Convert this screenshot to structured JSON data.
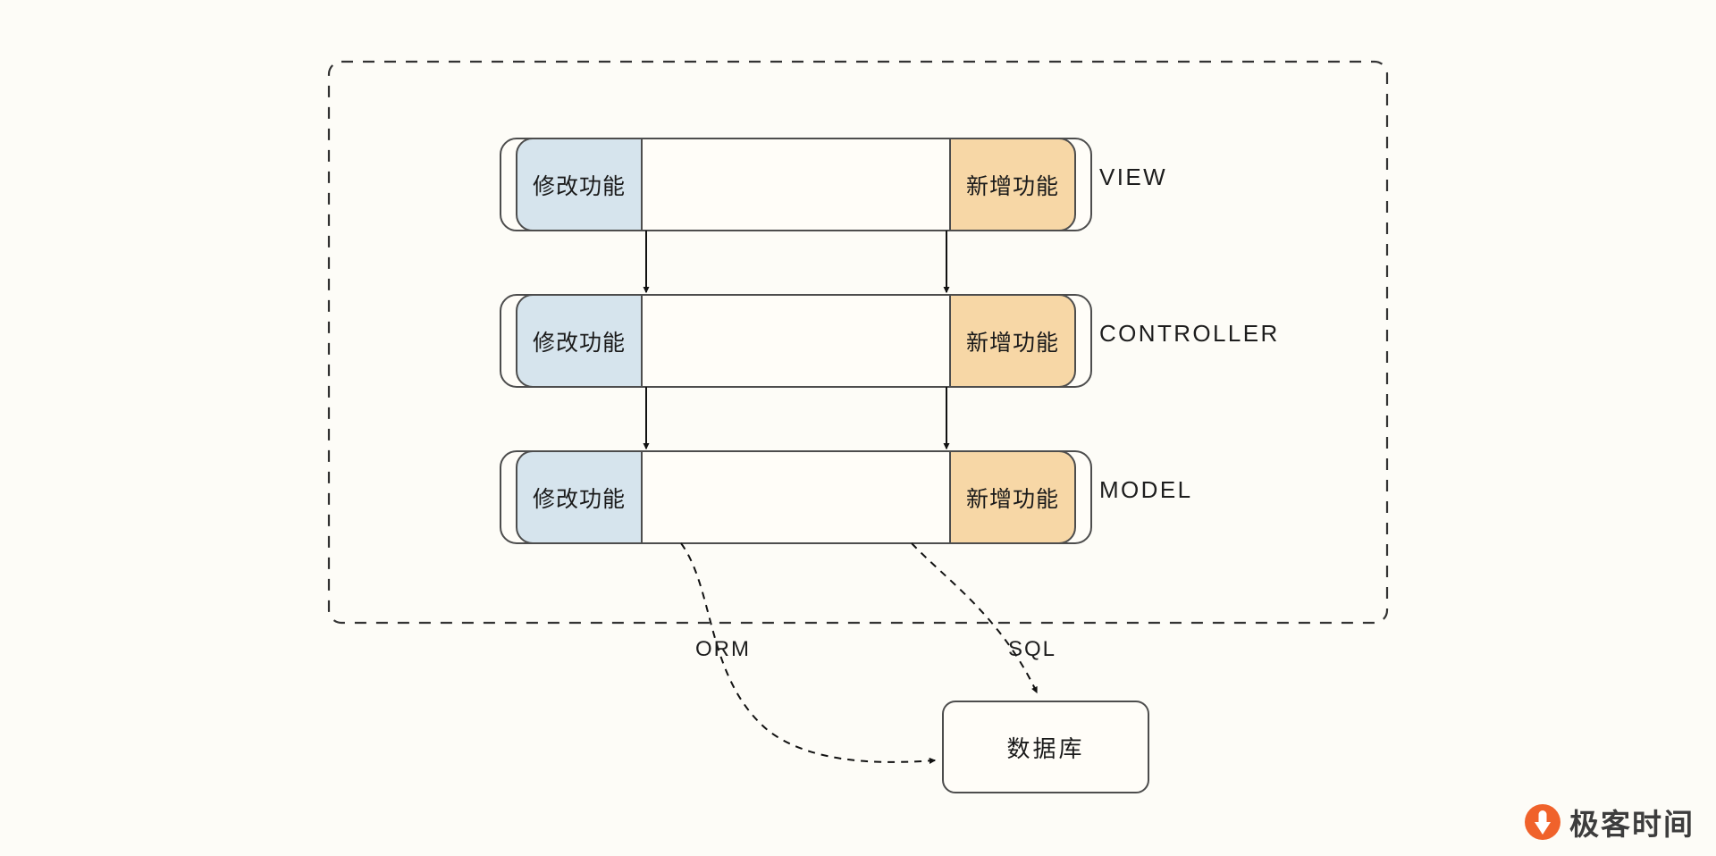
{
  "page": {
    "background_color": "#fdfcf7",
    "title": "MVC layered architecture change-impact diagram"
  },
  "palette": {
    "modify_fill": "#d6e4ed",
    "add_fill": "#f7d7a6",
    "neutral_fill": "#fffdf8",
    "stroke": "#4d4d4d",
    "text": "#1a1a1a",
    "brand_orange": "#f0622b"
  },
  "container": {
    "style": "dashed-rounded-border",
    "name": "application-boundary"
  },
  "labels": {
    "modify": "修改功能",
    "add": "新增功能"
  },
  "layers": [
    {
      "id": "view",
      "name": "VIEW",
      "left_cell": "修改功能",
      "middle_cell": "",
      "right_cell": "新增功能"
    },
    {
      "id": "controller",
      "name": "CONTROLLER",
      "left_cell": "修改功能",
      "middle_cell": "",
      "right_cell": "新增功能"
    },
    {
      "id": "model",
      "name": "MODEL",
      "left_cell": "修改功能",
      "middle_cell": "",
      "right_cell": "新增功能"
    }
  ],
  "connectors": {
    "orm_label": "ORM",
    "sql_label": "SQL"
  },
  "database": {
    "label": "数据库"
  },
  "brand": {
    "text": "极客时间",
    "logo_icon": "geektime-logo-icon"
  }
}
